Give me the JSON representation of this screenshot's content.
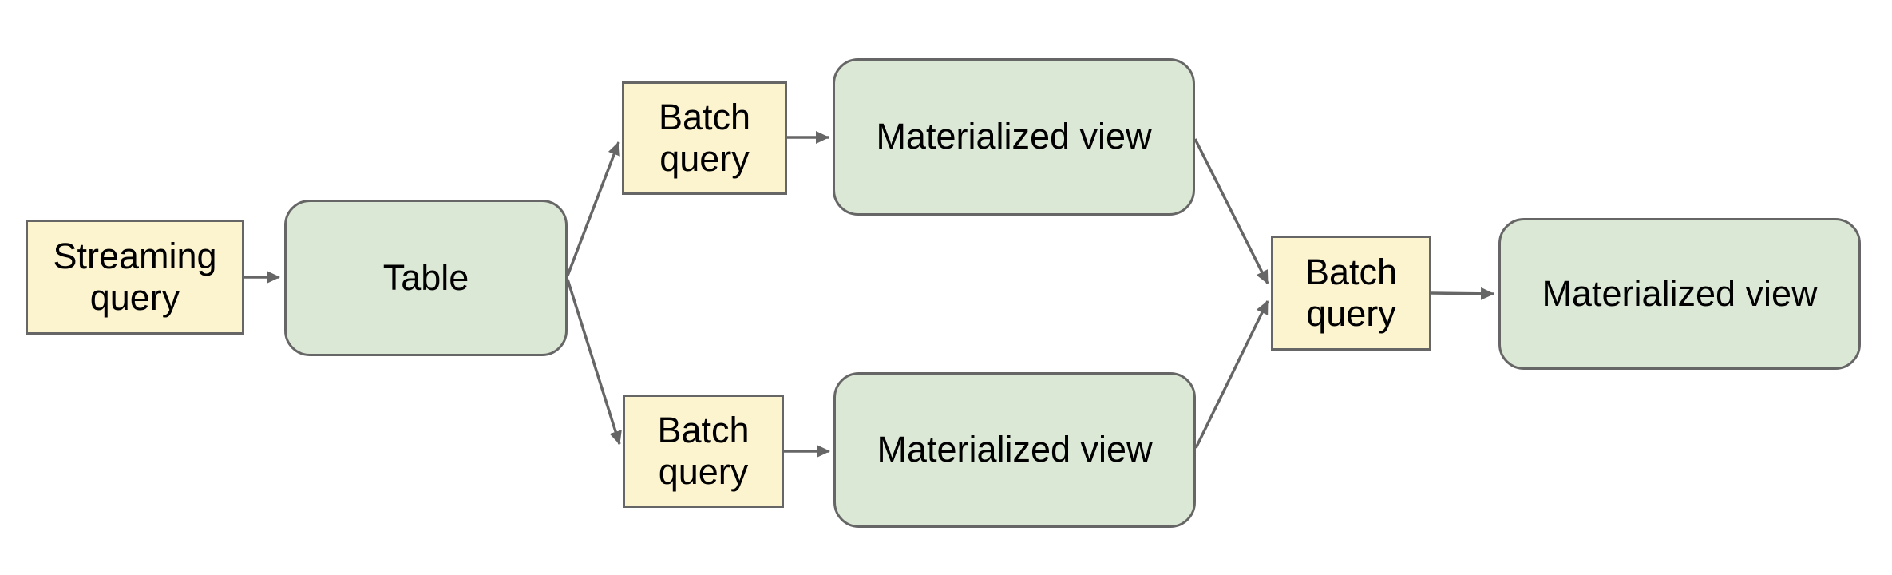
{
  "diagram": {
    "description": "Streaming and batch query materialization flow",
    "colors": {
      "background": "#ffffff",
      "query_fill": "#fcf3cf",
      "store_fill": "#dbe8d5",
      "border": "#666666",
      "arrow": "#666666",
      "text": "#000000"
    },
    "nodes": {
      "streaming_query": {
        "label": "Streaming query",
        "kind": "query"
      },
      "table": {
        "label": "Table",
        "kind": "store"
      },
      "batch_query_top": {
        "label": "Batch query",
        "kind": "query"
      },
      "materialized_view_top": {
        "label": "Materialized view",
        "kind": "store"
      },
      "batch_query_bottom": {
        "label": "Batch query",
        "kind": "query"
      },
      "materialized_view_bottom": {
        "label": "Materialized view",
        "kind": "store"
      },
      "batch_query_right": {
        "label": "Batch query",
        "kind": "query"
      },
      "materialized_view_right": {
        "label": "Materialized view",
        "kind": "store"
      }
    },
    "edges": [
      {
        "from": "streaming_query",
        "to": "table"
      },
      {
        "from": "table",
        "to": "batch_query_top"
      },
      {
        "from": "table",
        "to": "batch_query_bottom"
      },
      {
        "from": "batch_query_top",
        "to": "materialized_view_top"
      },
      {
        "from": "batch_query_bottom",
        "to": "materialized_view_bottom"
      },
      {
        "from": "materialized_view_top",
        "to": "batch_query_right"
      },
      {
        "from": "materialized_view_bottom",
        "to": "batch_query_right"
      },
      {
        "from": "batch_query_right",
        "to": "materialized_view_right"
      }
    ]
  }
}
